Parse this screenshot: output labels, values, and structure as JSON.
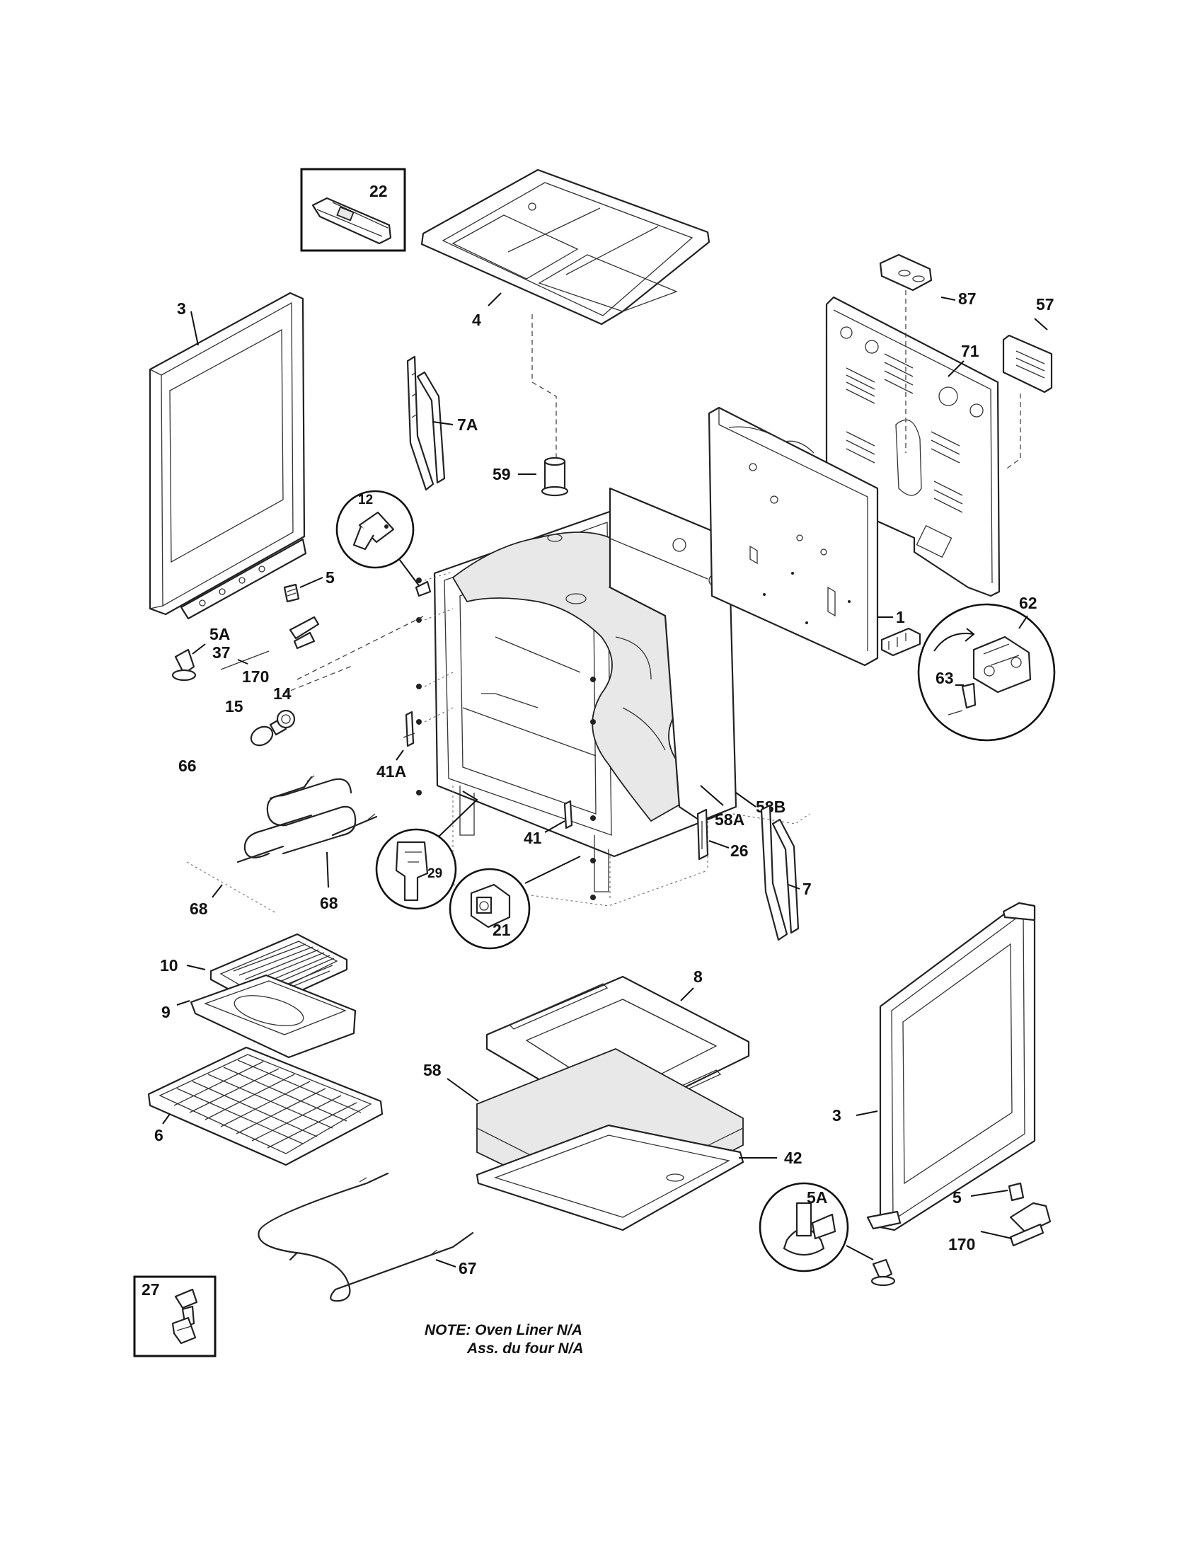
{
  "parts": {
    "p22": "22",
    "p4": "4",
    "p3_left": "3",
    "p7A": "7A",
    "p59": "59",
    "p12": "12",
    "p5_left": "5",
    "p5A_left": "5A",
    "p37": "37",
    "p170_left": "170",
    "p15": "15",
    "p14": "14",
    "p41A": "41A",
    "p87": "87",
    "p57": "57",
    "p71": "71",
    "p1": "1",
    "p62": "62",
    "p63": "63",
    "p58A": "58A",
    "p58B": "58B",
    "p66": "66",
    "p68_left": "68",
    "p68_right": "68",
    "p29": "29",
    "p41": "41",
    "p21": "21",
    "p26": "26",
    "p7": "7",
    "p10": "10",
    "p9": "9",
    "p6": "6",
    "p8": "8",
    "p58": "58",
    "p42": "42",
    "p3_right": "3",
    "p5A_right": "5A",
    "p5_right": "5",
    "p170_right": "170",
    "p67": "67",
    "p27": "27"
  },
  "note": {
    "line1": "NOTE: Oven Liner N/A",
    "line2": "Ass. du four N/A"
  }
}
